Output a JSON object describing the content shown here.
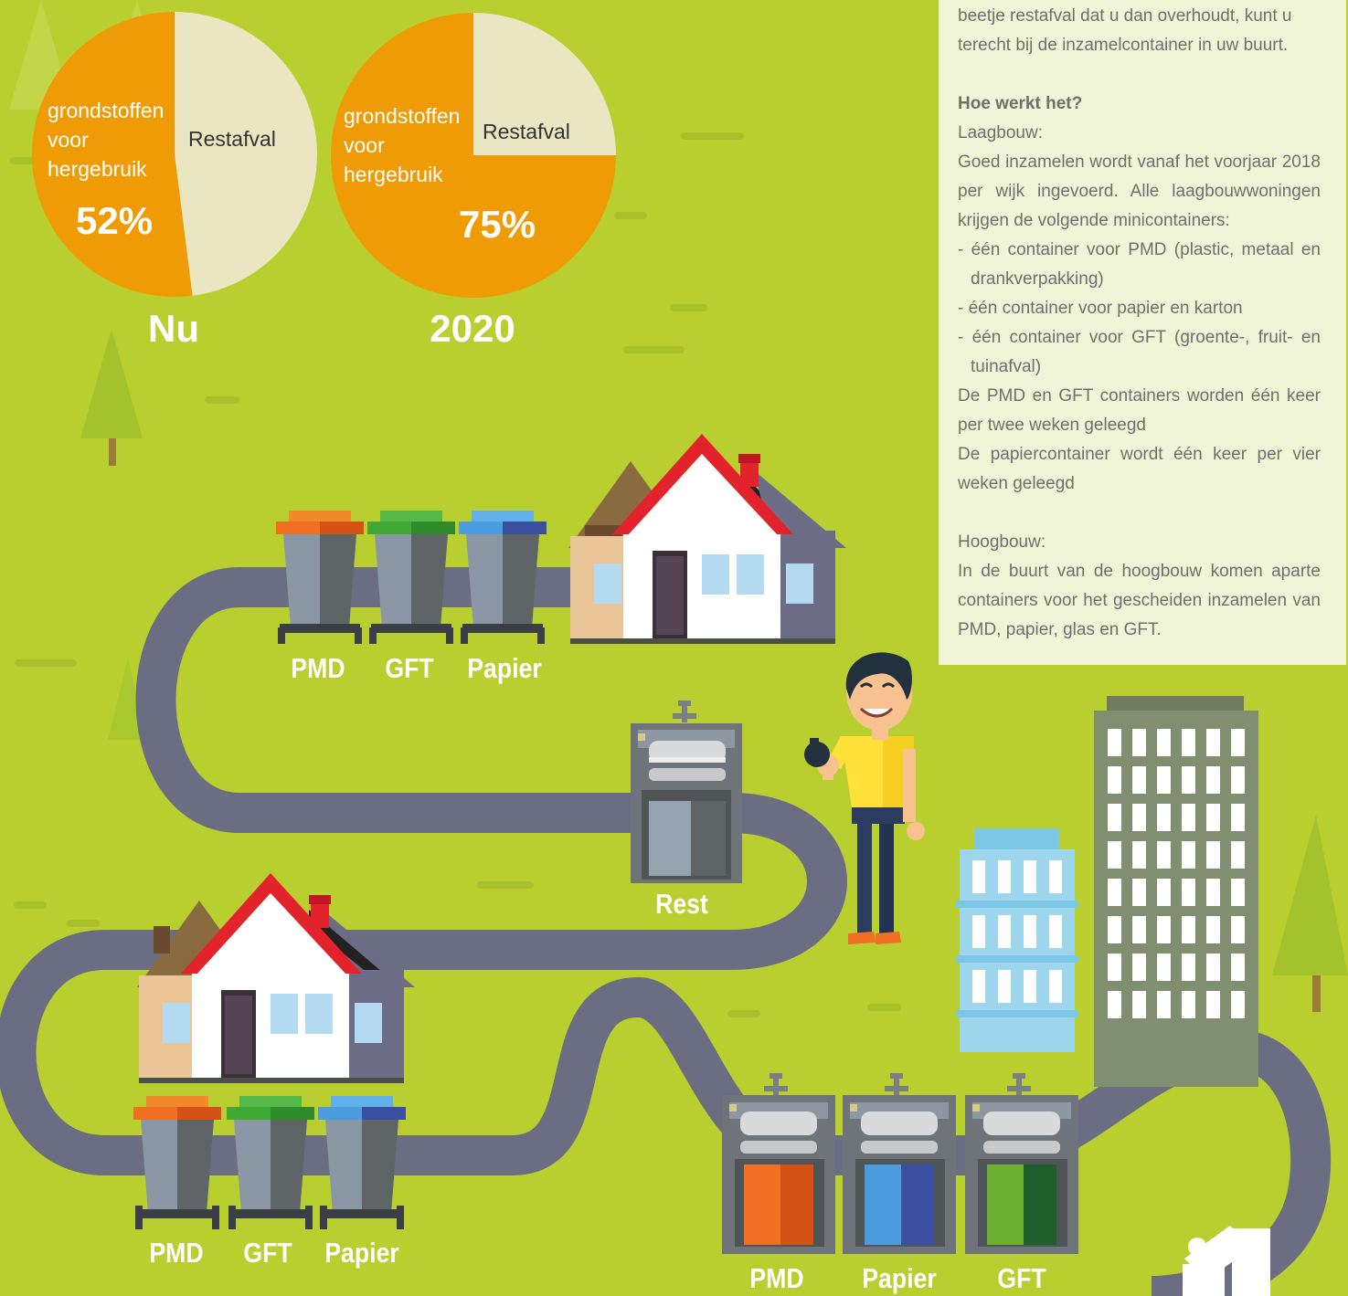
{
  "charts": {
    "pies": [
      {
        "caption": "Nu",
        "percent_label": "52%",
        "slice_label_lines": [
          "grondstoffen",
          "voor",
          "hergebruik"
        ],
        "rest_label": "Restafval"
      },
      {
        "caption": "2020",
        "percent_label": "75%",
        "slice_label_lines": [
          "grondstoffen",
          "voor",
          "hergebruik"
        ],
        "rest_label": "Restafval"
      }
    ]
  },
  "chart_data": [
    {
      "type": "pie",
      "title": "Nu",
      "categories": [
        "grondstoffen voor hergebruik",
        "Restafval"
      ],
      "values": [
        52,
        48
      ],
      "colors": [
        "#ee9b06",
        "#ebe6c2"
      ]
    },
    {
      "type": "pie",
      "title": "2020",
      "categories": [
        "grondstoffen voor hergebruik",
        "Restafval"
      ],
      "values": [
        75,
        25
      ],
      "colors": [
        "#ee9b06",
        "#ebe6c2"
      ]
    }
  ],
  "info": {
    "intro": [
      "beetje restafval dat u dan overhoudt, kunt u",
      "terecht bij de inzamelcontainer in uw buurt."
    ],
    "heading": "Hoe werkt het?",
    "low_rise_title": "Laagbouw:",
    "low_rise_text": "Goed inzamelen wordt vanaf het voorjaar 2018 per wijk ingevoerd. Alle laagbouwwo­ningen krijgen de volgende minicontainers:",
    "items": [
      "- één container voor PMD (plastic, metaal en drankverpakking)",
      "- één container voor papier en karton",
      "- één container voor GFT (groente-, fruit- en tuinafval)"
    ],
    "frequency_1": "De PMD en GFT containers worden één keer per twee weken geleegd",
    "frequency_2": "De papiercontainer wordt één keer per vier weken geleegd",
    "high_rise_title": "Hoogbouw:",
    "high_rise_text": "In de buurt van de hoogbouw komen apar­te containers voor het gescheiden inzame­len van PMD, papier, glas en GFT."
  },
  "labels": {
    "top_bins": [
      "PMD",
      "GFT",
      "Papier"
    ],
    "rest": "Rest",
    "bottom_bins": [
      "PMD",
      "GFT",
      "Papier"
    ],
    "underground": [
      "PMD",
      "Papier",
      "GFT"
    ]
  },
  "colors": {
    "background": "#b9cf2f",
    "orange": "#ee9b06",
    "cream": "#ebe6c2",
    "road": "#6b6d82",
    "pmd": "#f06f23",
    "gft": "#42a834",
    "papier": "#4b9de0",
    "roof": "#e3232c"
  },
  "icons": [
    "tree-icon",
    "house-icon",
    "wheelie-bin-icon",
    "underground-container-icon",
    "person-icon",
    "apartment-icon",
    "municipal-logo-icon"
  ]
}
